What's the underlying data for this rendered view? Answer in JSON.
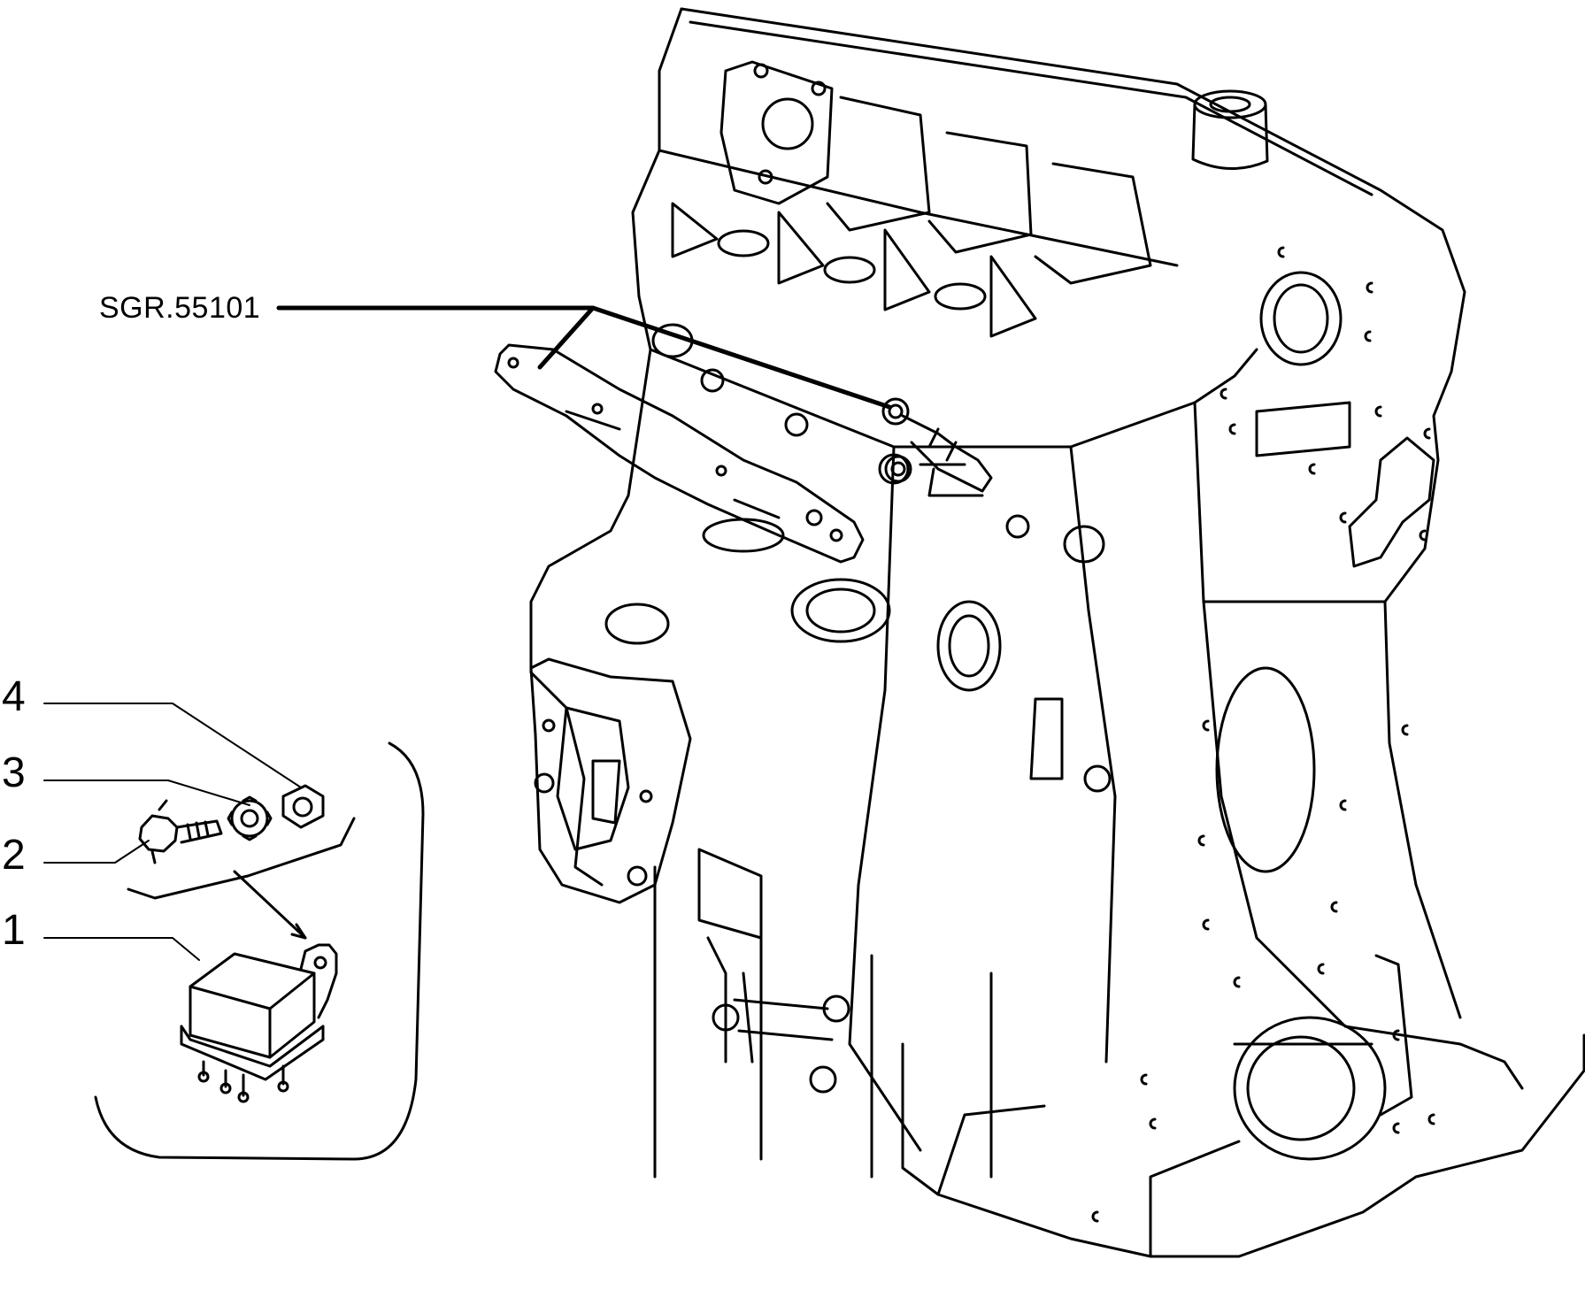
{
  "reference_code": "SGR.55101",
  "callouts": [
    "1",
    "2",
    "3",
    "4"
  ],
  "colors": {
    "ink": "#000000",
    "paper": "#ffffff"
  }
}
